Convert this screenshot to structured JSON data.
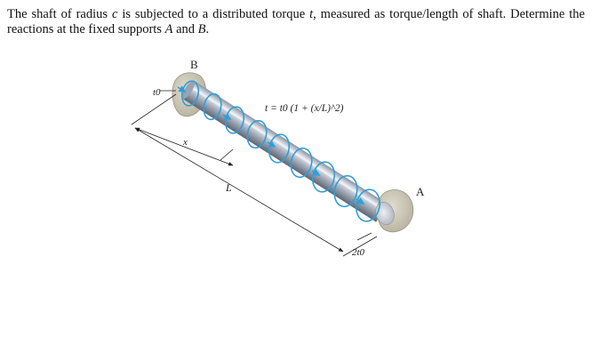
{
  "problem": {
    "parts": [
      "The shaft of radius ",
      "c",
      " is subjected to a distributed torque ",
      "t",
      ", measured as torque/length of shaft. Determine the reactions at the fixed supports ",
      "A",
      " and ",
      "B",
      "."
    ]
  },
  "figure": {
    "label_B": "B",
    "label_A": "A",
    "label_t0": "t0",
    "label_x": "x",
    "label_L": "L",
    "label_2t0": "2t0",
    "equation": "t = t0 (1 + (x/L)^2)"
  },
  "colors": {
    "shaft_light": "#d3d9e2",
    "shaft_dark": "#6c7686",
    "torque_arrow": "#2e9fd8",
    "support": "#ccc7b6",
    "text": "#111111"
  },
  "icons": [
    "distributed-torque-arrow-icon",
    "fixed-support-icon"
  ]
}
